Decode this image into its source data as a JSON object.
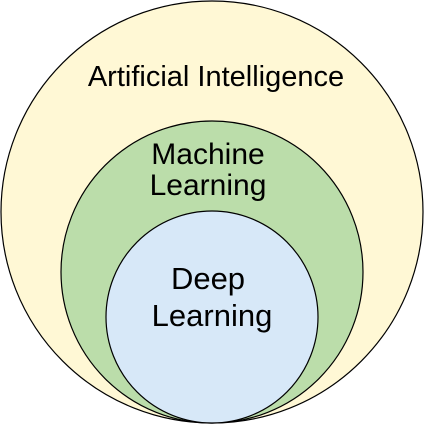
{
  "diagram": {
    "layers": [
      {
        "id": "artificial-intelligence",
        "lines": [
          "Artificial Intelligence"
        ],
        "fill": "#FFF8D5",
        "stroke": "#000000"
      },
      {
        "id": "machine-learning",
        "lines": [
          "Machine",
          "Learning"
        ],
        "fill": "#BBDDAA",
        "stroke": "#000000"
      },
      {
        "id": "deep-learning",
        "lines": [
          "Deep",
          "Learning"
        ],
        "fill": "#D7E8F8",
        "stroke": "#000000"
      }
    ]
  }
}
